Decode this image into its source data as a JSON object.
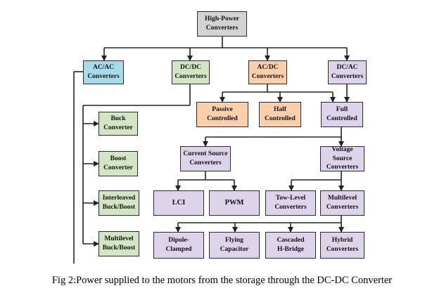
{
  "diagram": {
    "root": "High-Power\nConverters",
    "ac_ac": "AC/AC\nConverters",
    "dc_dc": "DC/DC\nConverters",
    "ac_dc": "AC/DC\nConverters",
    "dc_ac": "DC/AC\nConverters",
    "buck": "Buck\nConverter",
    "boost": "Boost\nConverter",
    "interleaved": "Interleaved\nBuck/Boost",
    "multilevel_bb": "Multilevel\nBuck/Boost",
    "passive": "Passive\nControlled",
    "half": "Half\nControlled",
    "full": "Full\nControlled",
    "csc": "Current Source\nConverters",
    "vsc": "Voltage Source\nConverters",
    "lci": "LCI",
    "pwm": "PWM",
    "two_level": "Tow-Level\nConverters",
    "multilevel_conv": "Multilevel\nConverters",
    "dipole": "Dipole-\nClamped",
    "flying": "Flying\nCapacitor",
    "cascaded": "Cascaded\nH-Bridge",
    "hybrid": "Hybrid\nConverters"
  },
  "caption": "Fig 2:Power supplied to the motors from the storage through the DC-DC Converter",
  "colors": {
    "gray": "#d3d3d3",
    "blue": "#a5dbea",
    "green": "#d3e5c2",
    "orange": "#fbcfaa",
    "purple": "#ddd3ea"
  }
}
